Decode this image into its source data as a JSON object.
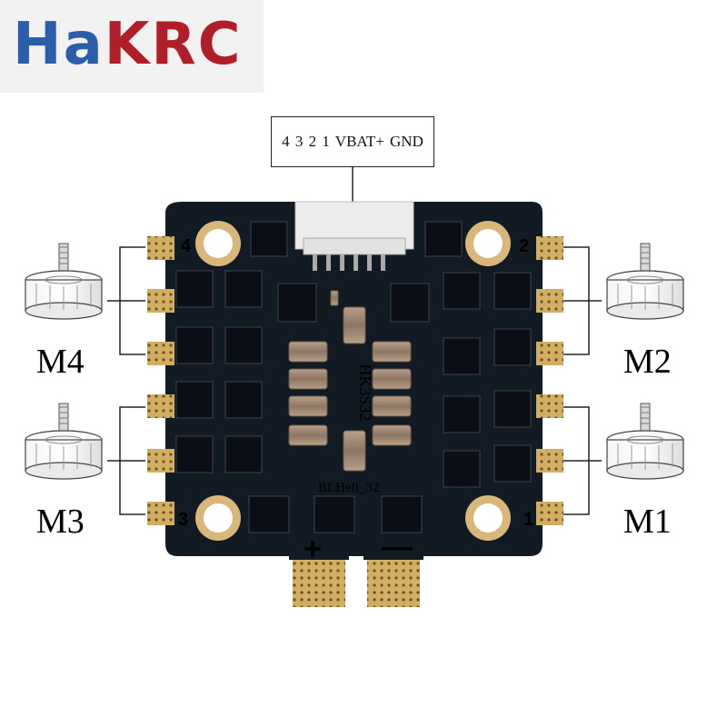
{
  "brand": {
    "logo_text": "HaKRC"
  },
  "connector": {
    "label": "4 3 2 1 VBAT+ GND"
  },
  "board": {
    "chip_marking": "HK3S32",
    "firmware_marking": "BLHeli_32",
    "pad_numbers": [
      "4",
      "2",
      "3",
      "1"
    ],
    "plus_sign": "+",
    "minus_sign": "—"
  },
  "motors": [
    {
      "id": "M4",
      "label": "M4"
    },
    {
      "id": "M2",
      "label": "M2"
    },
    {
      "id": "M3",
      "label": "M3"
    },
    {
      "id": "M1",
      "label": "M1"
    }
  ],
  "colors": {
    "logo_red": "#b01e2a",
    "logo_blue": "#2b5ea8",
    "motor_label_red": "#c01922",
    "pcb": "#121a24",
    "gold_pad": "#c9a55a"
  }
}
